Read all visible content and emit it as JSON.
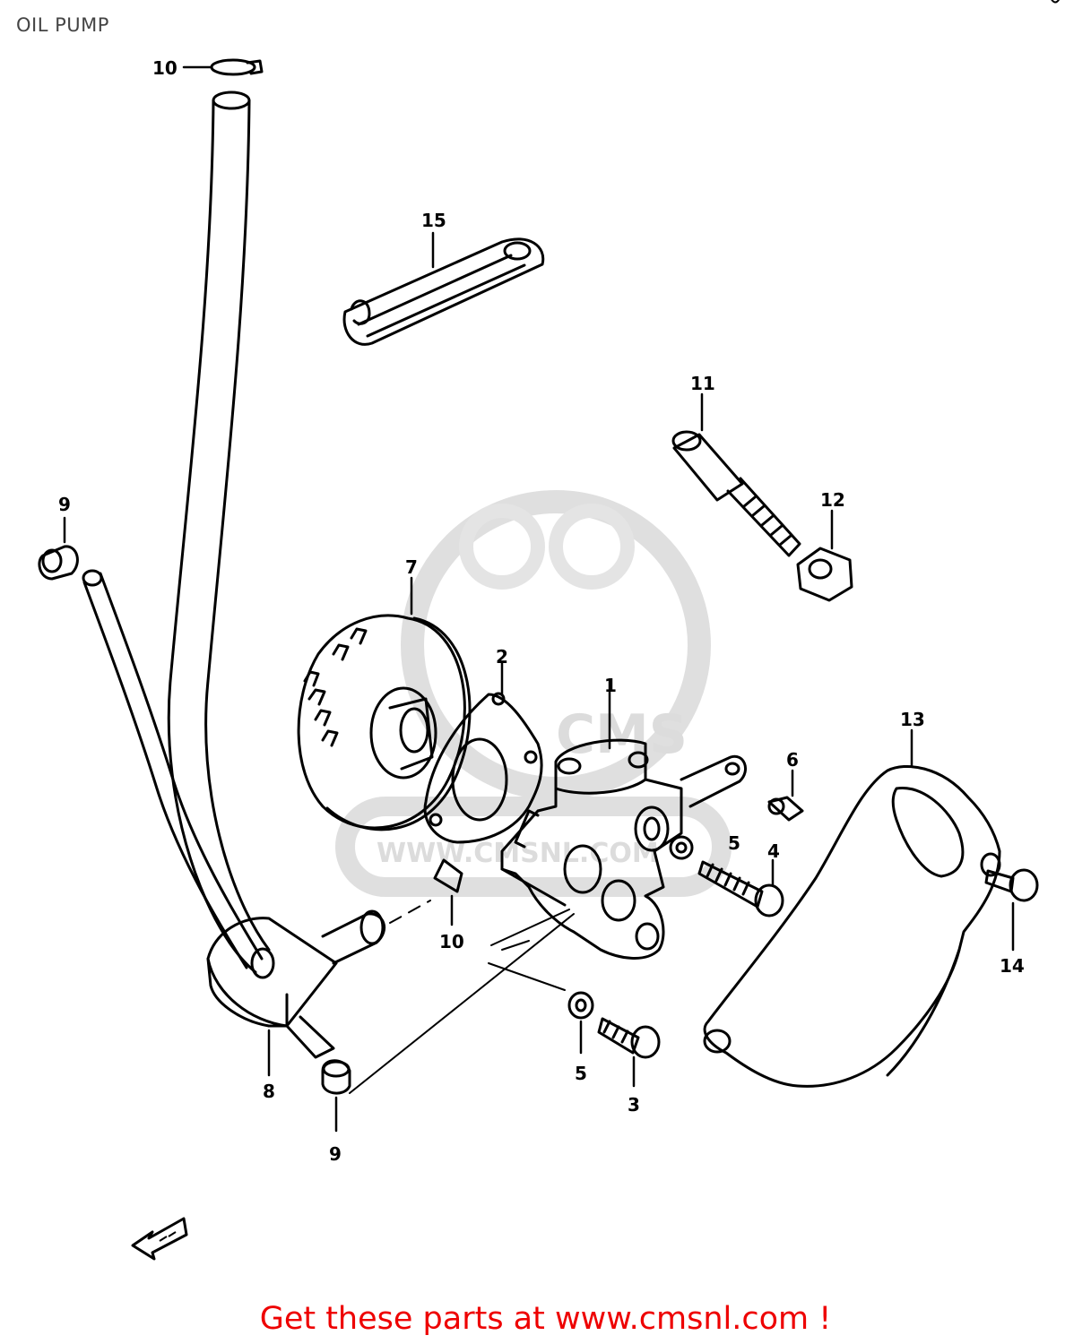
{
  "page": {
    "title": "OIL PUMP"
  },
  "callouts": {
    "c1": "1",
    "c2": "2",
    "c3": "3",
    "c4": "4",
    "c5a": "5",
    "c5b": "5",
    "c6": "6",
    "c7": "7",
    "c8": "8",
    "c9a": "9",
    "c9b": "9",
    "c10a": "10",
    "c10b": "10",
    "c11": "11",
    "c12": "12",
    "c13": "13",
    "c14": "14",
    "c15": "15"
  },
  "promo": {
    "text": "Get these parts at www.cmsnl.com !"
  },
  "colors": {
    "line": "#000000",
    "promo": "#ee0000",
    "watermark": "#d9d9d9",
    "title": "#444444"
  },
  "icons": {
    "front_arrow": "front-arrow-icon",
    "watermark": "watermark-logo"
  }
}
